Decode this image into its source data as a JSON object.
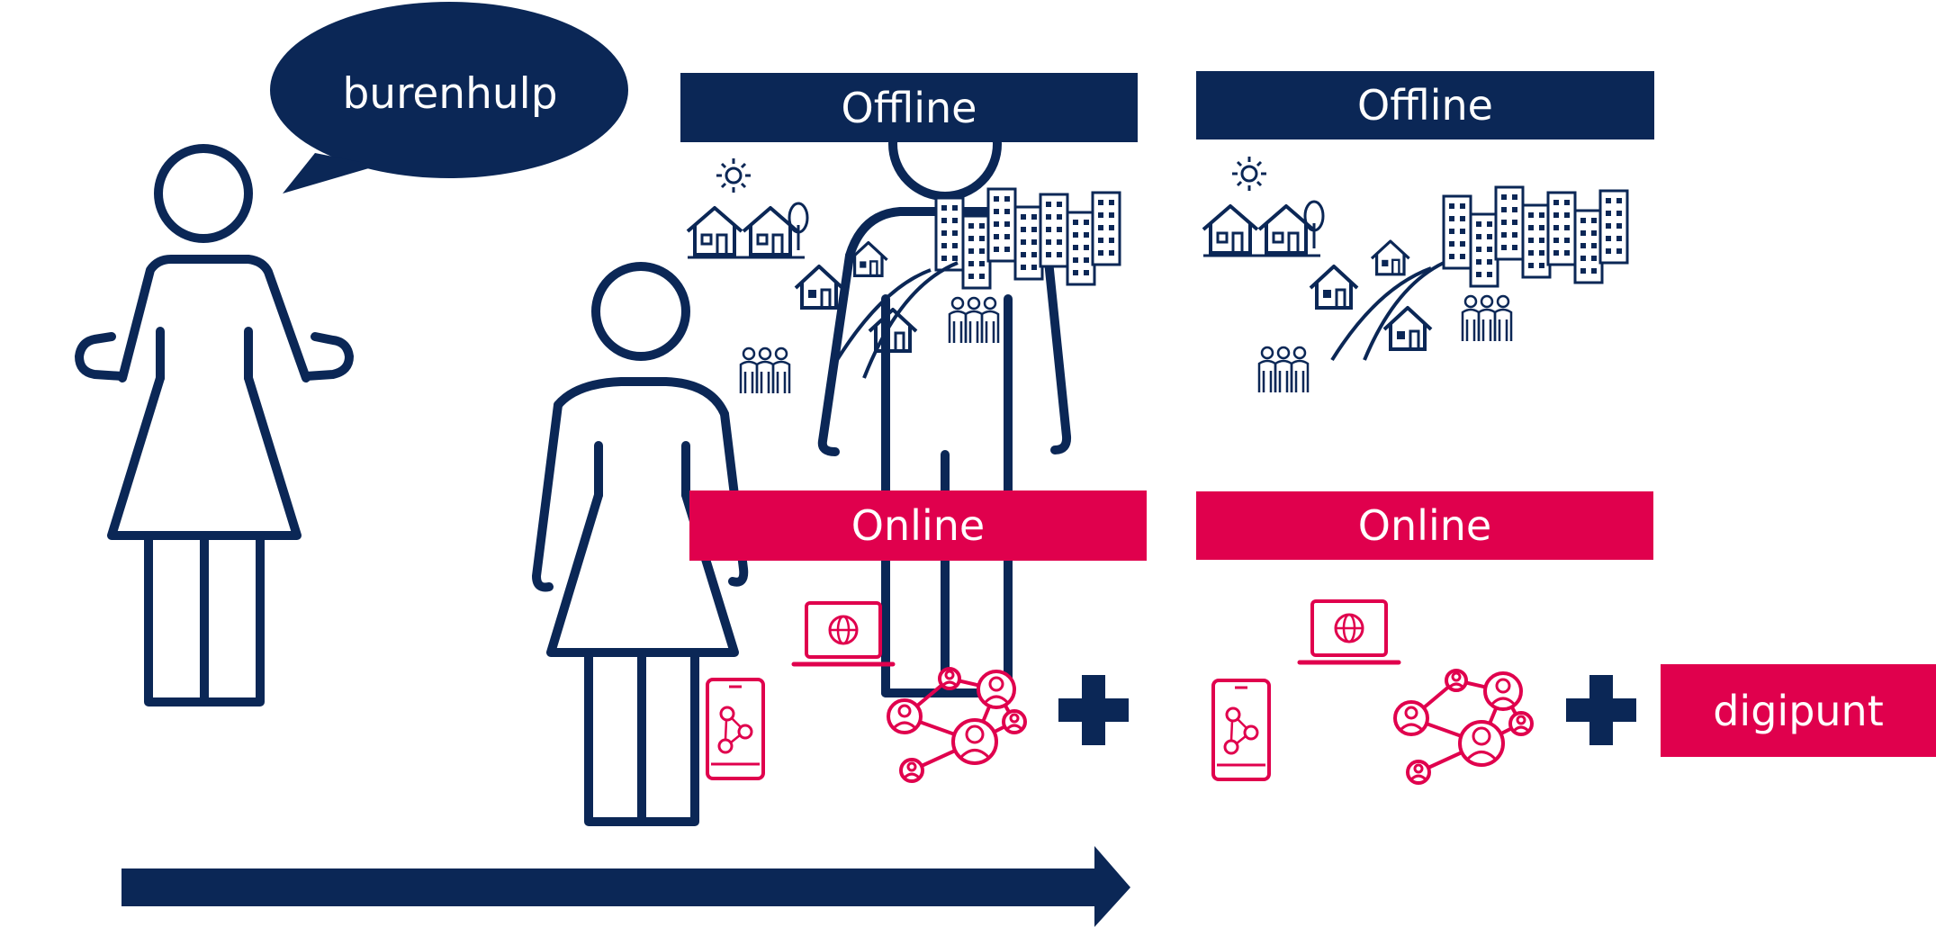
{
  "speech_bubble": {
    "text": "burenhulp"
  },
  "panels": [
    {
      "offline_label": "Offline",
      "online_label": "Online"
    },
    {
      "offline_label": "Offline",
      "online_label": "Online"
    }
  ],
  "result_box": {
    "text": "digipunt"
  },
  "colors": {
    "navy": "#0B2756",
    "crimson": "#E0004D",
    "white": "#FFFFFF"
  },
  "icons": [
    "woman-icon",
    "speech-bubble-icon",
    "man-icon",
    "sun-icon",
    "house-icon",
    "tree-icon",
    "buildings-icon",
    "road-icon",
    "people-group-icon",
    "laptop-globe-icon",
    "smartphone-network-icon",
    "people-network-icon",
    "plus-icon",
    "arrow-right-icon"
  ]
}
